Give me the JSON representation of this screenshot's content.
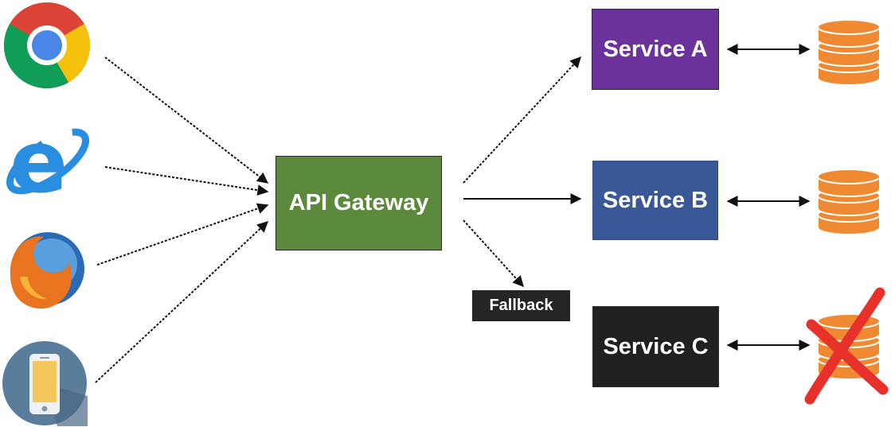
{
  "gateway": {
    "label": "API Gateway",
    "color": "#5b8a3c"
  },
  "fallback": {
    "label": "Fallback",
    "color": "#252525"
  },
  "services": [
    {
      "label": "Service A",
      "color": "#6a329a"
    },
    {
      "label": "Service B",
      "color": "#385898"
    },
    {
      "label": "Service C",
      "color": "#202020"
    }
  ],
  "clients": [
    "chrome-icon",
    "internet-explorer-icon",
    "firefox-icon",
    "mobile-phone-icon"
  ],
  "database": {
    "icon": "database-icon",
    "color": "#ef8a33",
    "failed_mark_color": "#e8312a"
  },
  "arrow_color": "#111111"
}
